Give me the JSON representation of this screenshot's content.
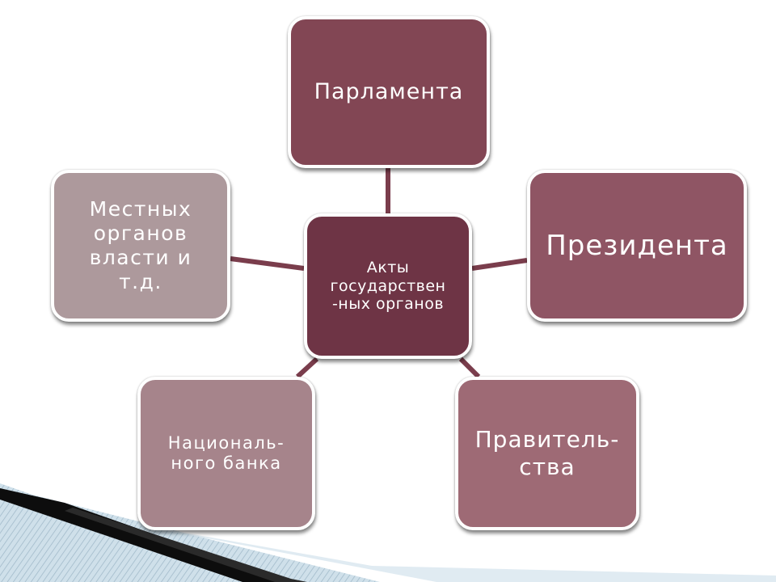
{
  "diagram": {
    "center": "Акты\nгосударствен\n-ных органов",
    "nodes": [
      {
        "id": "parliament",
        "label": "Парламента"
      },
      {
        "id": "president",
        "label": "Президента"
      },
      {
        "id": "government",
        "label": "Правитель-\nства"
      },
      {
        "id": "national-bank",
        "label": "Националь-\nного банка"
      },
      {
        "id": "local-authorities",
        "label": "Местных\nорганов\nвласти и\nт.д."
      }
    ]
  },
  "colors": {
    "center": "#6e3445",
    "parliament": "#824654",
    "president": "#8f5564",
    "government": "#9e6a75",
    "national-bank": "#a6848b",
    "local-authorities": "#ad999c",
    "connector": "#7a3d4c"
  }
}
